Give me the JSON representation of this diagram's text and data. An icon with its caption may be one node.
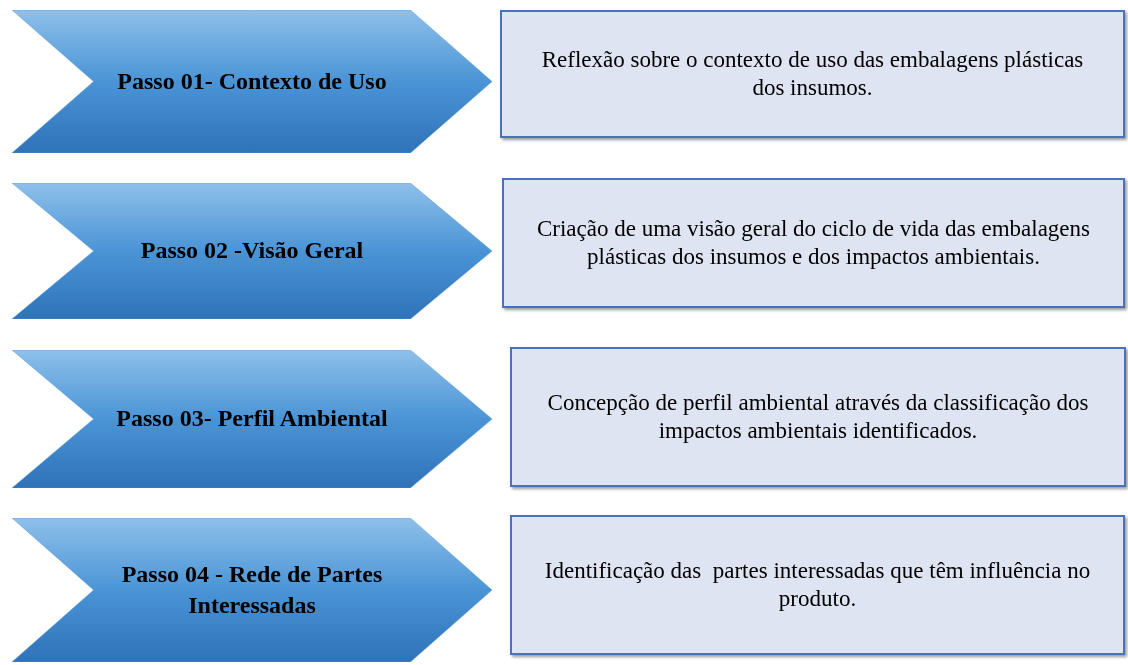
{
  "diagram": {
    "nodes": [
      {
        "text": [
          "Passo 01- Contexto de Uso"
        ]
      },
      {
        "text": [
          "Reflexão sobre o contexto de uso das embalagens plásticas dos insumos."
        ]
      },
      {
        "text": [
          "Passo 02 -Visão Geral"
        ]
      },
      {
        "text": [
          "Criação de uma visão geral do ciclo de vida das embalagens plásticas dos insumos e dos impactos ambientais."
        ]
      },
      {
        "text": [
          "Passo 03- Perfil Ambiental"
        ]
      },
      {
        "text": [
          "Concepção de perfil ambiental através da classificação dos impactos ambientais identificados."
        ]
      },
      {
        "text": [
          "Passo 04 - Rede de Partes Interessadas"
        ]
      },
      {
        "text": [
          "Identificação das  partes interessadas que têm influência no produto."
        ]
      }
    ]
  }
}
